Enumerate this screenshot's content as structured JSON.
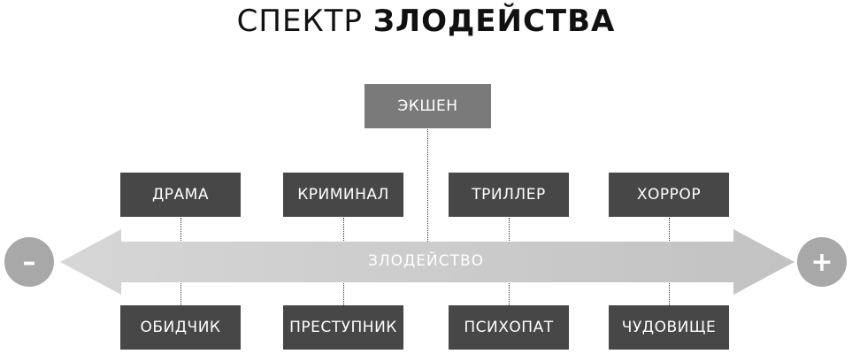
{
  "title": {
    "light": "СПЕКТР",
    "bold": "ЗЛОДЕЙСТВА"
  },
  "top_box": "ЭКШЕН",
  "genres": [
    "ДРАМА",
    "КРИМИНАЛ",
    "ТРИЛЛЕР",
    "ХОРРОР"
  ],
  "villains": [
    "ОБИДЧИК",
    "ПРЕСТУПНИК",
    "ПСИХОПАТ",
    "ЧУДОВИЩЕ"
  ],
  "axis": {
    "label": "ЗЛОДЕЙСТВО",
    "minus": "–",
    "plus": "+"
  }
}
